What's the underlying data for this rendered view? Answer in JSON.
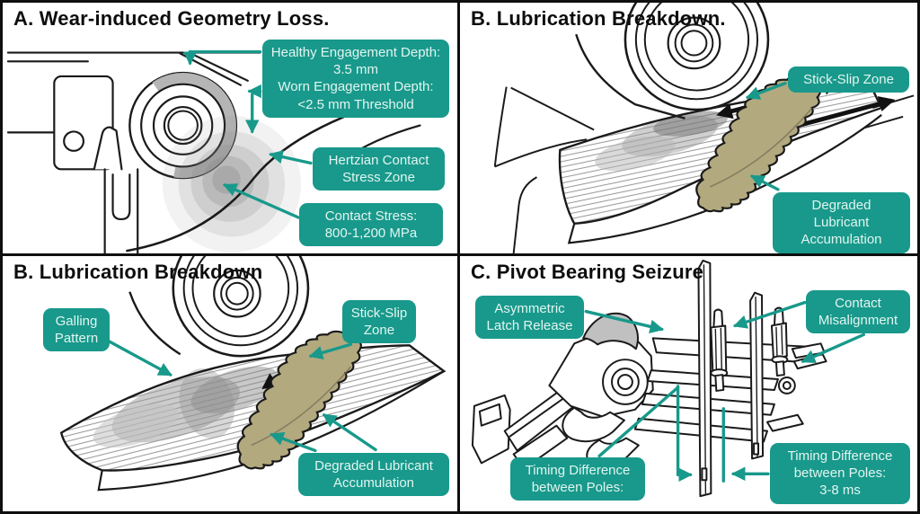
{
  "accent_color": "#18998B",
  "line_art_color": "#1a1a1a",
  "lubricant_color": "#b2a97f",
  "panels": {
    "a": {
      "title": "A. Wear-induced Geometry Loss.",
      "callouts": {
        "engagement": "Healthy Engagement Depth:\n3.5 mm\nWorn Engagement Depth:\n<2.5 mm Threshold",
        "hertzian": "Hertzian Contact\nStress Zone",
        "contact_stress": "Contact Stress:\n800-1,200 MPa"
      }
    },
    "b_top": {
      "title": "B. Lubrication Breakdown.",
      "callouts": {
        "stick_slip": "Stick-Slip Zone",
        "degraded_lubricant": "Degraded\nLubricant\nAccumulation"
      }
    },
    "b_bottom": {
      "title": "B. Lubrication Breakdown",
      "callouts": {
        "galling": "Galling\nPattern",
        "stick_slip": "Stick-Slip\nZone",
        "degraded_lubricant": "Degraded Lubricant\nAccumulation"
      }
    },
    "c": {
      "title": "C. Pivot Bearing Seizure",
      "callouts": {
        "asymmetric_latch": "Asymmetric\nLatch Release",
        "contact_misalignment": "Contact\nMisalignment",
        "timing_difference": "Timing Difference\nbetween Poles:",
        "timing_difference_value": "Timing Difference\nbetween Poles:\n3-8 ms"
      }
    }
  }
}
